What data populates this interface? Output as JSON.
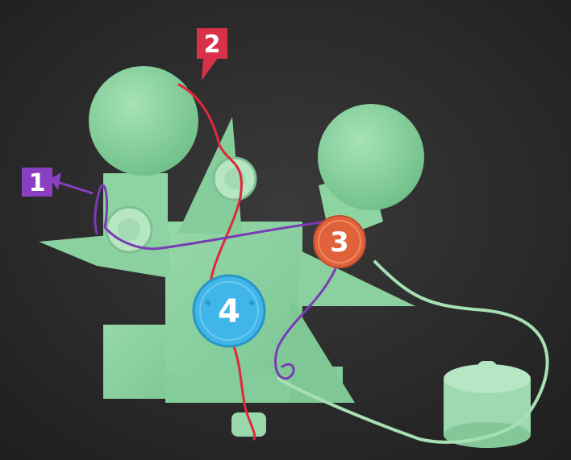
{
  "image": {
    "kind": "annotated photograph",
    "subject_color": "#8fd6a4",
    "background_color": "#2b2b2b"
  },
  "callouts": [
    {
      "label": "1",
      "color": "#8a3fc2"
    },
    {
      "label": "2",
      "color": "#d8324a"
    },
    {
      "label": "3",
      "color": "#e0623a"
    },
    {
      "label": "4",
      "color": "#3fb5e8"
    }
  ],
  "wires": {
    "purple": "#7a3bb5",
    "red": "#e0283a",
    "green": "#a8e0b5"
  }
}
